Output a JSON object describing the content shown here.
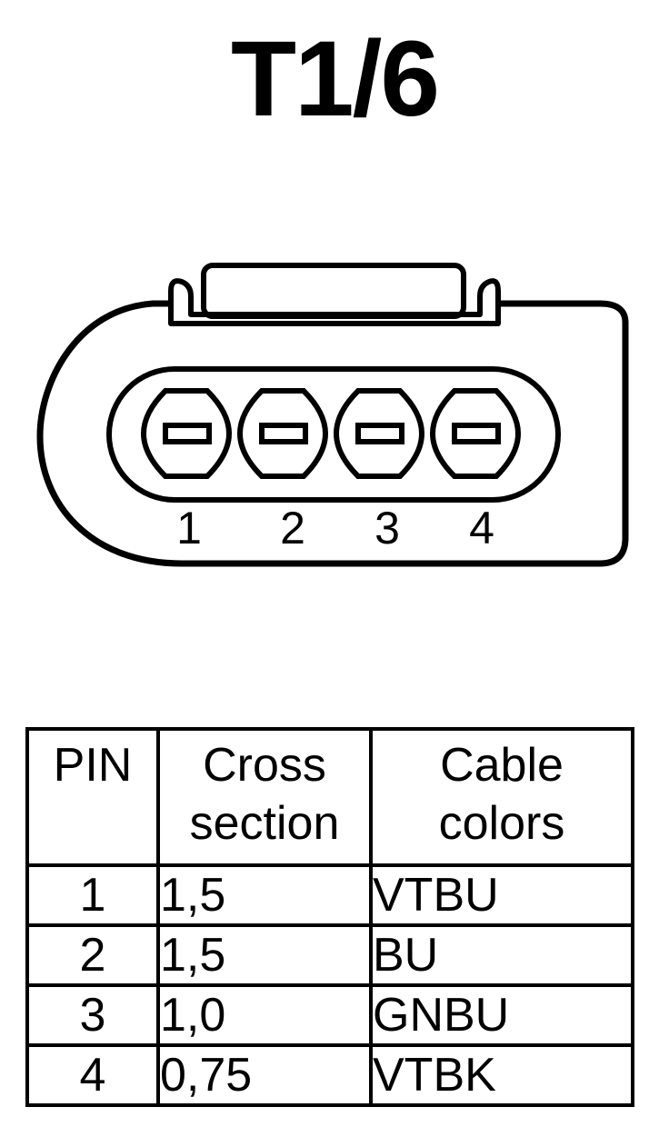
{
  "title": "T1/6",
  "connector": {
    "pin_numbers": [
      "1",
      "2",
      "3",
      "4"
    ]
  },
  "table": {
    "headers": {
      "pin": "PIN",
      "cross_section": [
        "Cross",
        "section"
      ],
      "cable_colors": [
        "Cable",
        "colors"
      ]
    },
    "rows": [
      {
        "pin": "1",
        "cross_section": "1,5",
        "cable_color": "VTBU"
      },
      {
        "pin": "2",
        "cross_section": "1,5",
        "cable_color": "BU"
      },
      {
        "pin": "3",
        "cross_section": "1,0",
        "cable_color": "GNBU"
      },
      {
        "pin": "4",
        "cross_section": "0,75",
        "cable_color": "VTBK"
      }
    ]
  },
  "colors": {
    "line": "#000000",
    "background": "#ffffff"
  }
}
